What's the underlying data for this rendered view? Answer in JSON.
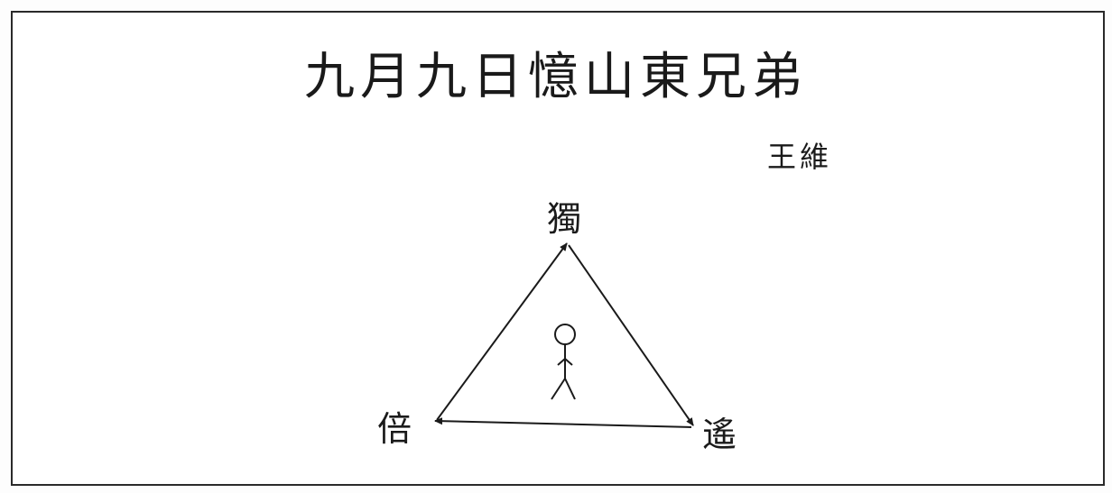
{
  "poem": {
    "title": "九月九日憶山東兄弟",
    "author": "王維"
  },
  "diagram": {
    "vertices": {
      "top": "獨",
      "left": "倍",
      "right": "遙"
    },
    "center_figure": "stick-figure-person",
    "line_color": "#1a1a1a"
  }
}
